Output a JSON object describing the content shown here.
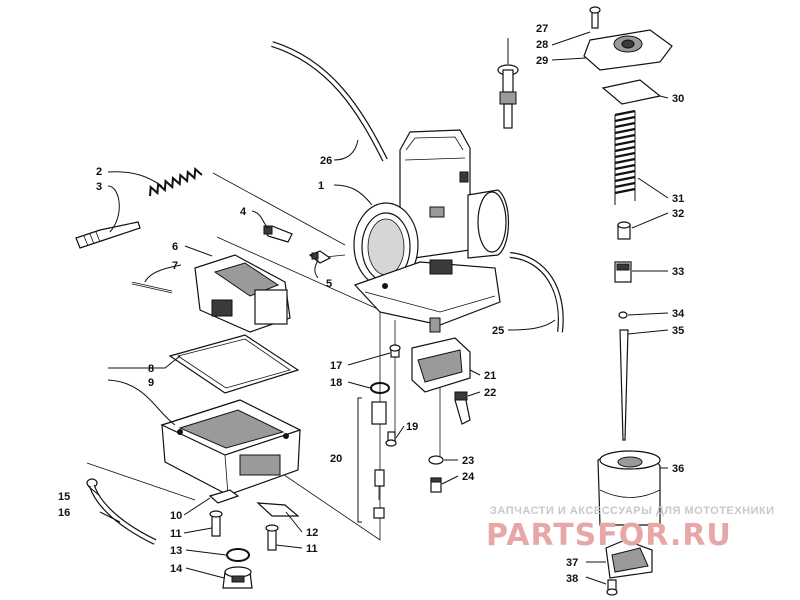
{
  "callouts": {
    "c1": "1",
    "c2": "2",
    "c3": "3",
    "c4": "4",
    "c5": "5",
    "c6": "6",
    "c7": "7",
    "c8": "8",
    "c9": "9",
    "c10": "10",
    "c11a": "11",
    "c11b": "11",
    "c12": "12",
    "c13": "13",
    "c14": "14",
    "c15": "15",
    "c16": "16",
    "c17": "17",
    "c18": "18",
    "c19": "19",
    "c20": "20",
    "c21": "21",
    "c22": "22",
    "c23": "23",
    "c24": "24",
    "c25": "25",
    "c26": "26",
    "c27": "27",
    "c28": "28",
    "c29": "29",
    "c30": "30",
    "c31": "31",
    "c32": "32",
    "c33": "33",
    "c34": "34",
    "c35": "35",
    "c36": "36",
    "c37": "37",
    "c38": "38"
  },
  "watermark": {
    "caption": "ЗАПЧАСТИ И АКСЕССУАРЫ ДЛЯ МОТОТЕХНИКИ",
    "logo": "PARTSFOR.RU",
    "logo_color": "#e8a7a7",
    "caption_color": "#c9c9c9"
  }
}
